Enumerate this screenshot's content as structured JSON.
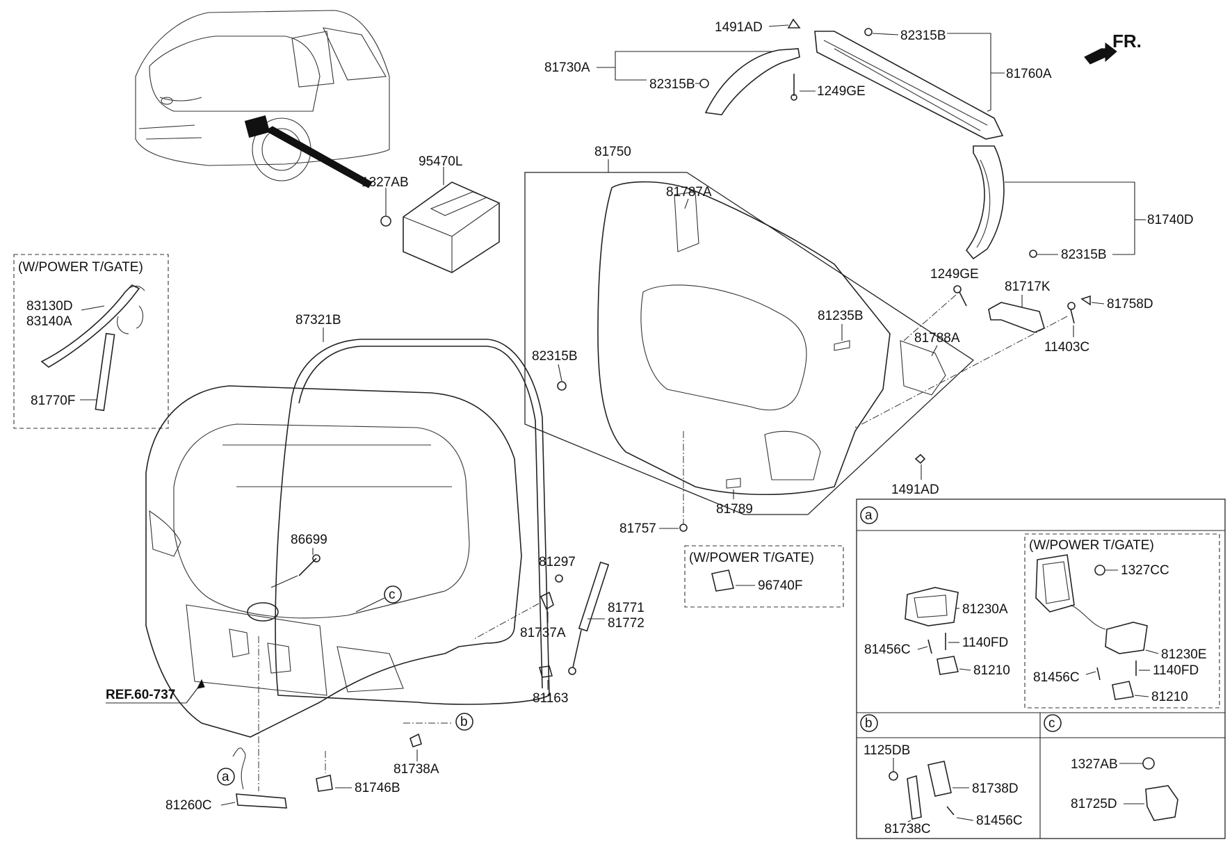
{
  "direction_label": "FR.",
  "ref_label": "REF.60-737",
  "power_tailgate_label": "(W/POWER T/GATE)",
  "parts": {
    "p1491AD_top": "1491AD",
    "p82315B_top": "82315B",
    "p81730A": "81730A",
    "p81760A": "81760A",
    "p82315B_a": "82315B",
    "p1249GE_top": "1249GE",
    "p81750": "81750",
    "p81787A": "81787A",
    "p81740D": "81740D",
    "p82315B_right": "82315B",
    "p95470L": "95470L",
    "p1327AB": "1327AB",
    "p1249GE_mid": "1249GE",
    "p81717K": "81717K",
    "p81758D": "81758D",
    "p81235B": "81235B",
    "p81788A": "81788A",
    "p11403C": "11403C",
    "p82315B_left": "82315B",
    "p1491AD_bot": "1491AD",
    "p81789": "81789",
    "p81757": "81757",
    "p83130D": "83130D",
    "p83140A": "83140A",
    "p81770F": "81770F",
    "p87321B": "87321B",
    "p86699": "86699",
    "p81297": "81297",
    "p81737A": "81737A",
    "p81771": "81771",
    "p81772": "81772",
    "p81163": "81163",
    "p96740F": "96740F",
    "p81738A": "81738A",
    "p81746B": "81746B",
    "p81260C": "81260C",
    "p1327CC": "1327CC",
    "p81230A": "81230A",
    "p1140FD_a": "1140FD",
    "p81456C_a": "81456C",
    "p81210_a": "81210",
    "p81230E": "81230E",
    "p81456C_a2": "81456C",
    "p1140FD_a2": "1140FD",
    "p81210_a2": "81210",
    "p1125DB": "1125DB",
    "p81738D": "81738D",
    "p81738C": "81738C",
    "p81456C_b": "81456C",
    "p1327AB_c": "1327AB",
    "p81725D": "81725D"
  },
  "callouts": {
    "a": "a",
    "b": "b",
    "c": "c"
  }
}
